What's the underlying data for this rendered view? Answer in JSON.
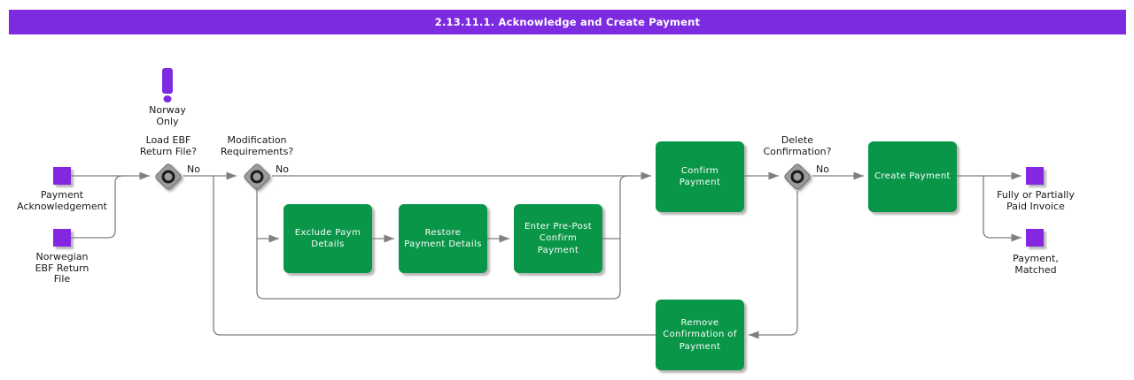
{
  "title_bar": {
    "text": "2.13.11.1. Acknowledge and Create Payment"
  },
  "annotation": {
    "label": "Norway\nOnly",
    "icon": "exclamation-icon"
  },
  "inputs": [
    {
      "label": "Payment\nAcknowledgement"
    },
    {
      "label": "Norwegian\nEBF Return\nFile"
    }
  ],
  "outputs": [
    {
      "label": "Fully or Partially\nPaid Invoice"
    },
    {
      "label": "Payment,\nMatched"
    }
  ],
  "decisions": [
    {
      "question": "Load EBF\nReturn File?",
      "branch_label": "No"
    },
    {
      "question": "Modification\nRequirements?",
      "branch_label": "No"
    },
    {
      "question": "Delete\nConfirmation?",
      "branch_label": "No"
    }
  ],
  "activities": [
    {
      "label": "Exclude Paym\nDetails"
    },
    {
      "label": "Restore\nPayment Details"
    },
    {
      "label": "Enter Pre-Post\nConfirm\nPayment"
    },
    {
      "label": "Confirm\nPayment"
    },
    {
      "label": "Create Payment"
    },
    {
      "label": "Remove\nConfirmation of\nPayment"
    }
  ],
  "colors": {
    "title_purple": "#7d2be0",
    "square_purple": "#8527e0",
    "activity_green": "#0a9648",
    "connector_gray": "#7f7f7f",
    "diamond_fill": "#9c9c9c",
    "diamond_border": "#6f6f6f",
    "background": "#ffffff"
  }
}
